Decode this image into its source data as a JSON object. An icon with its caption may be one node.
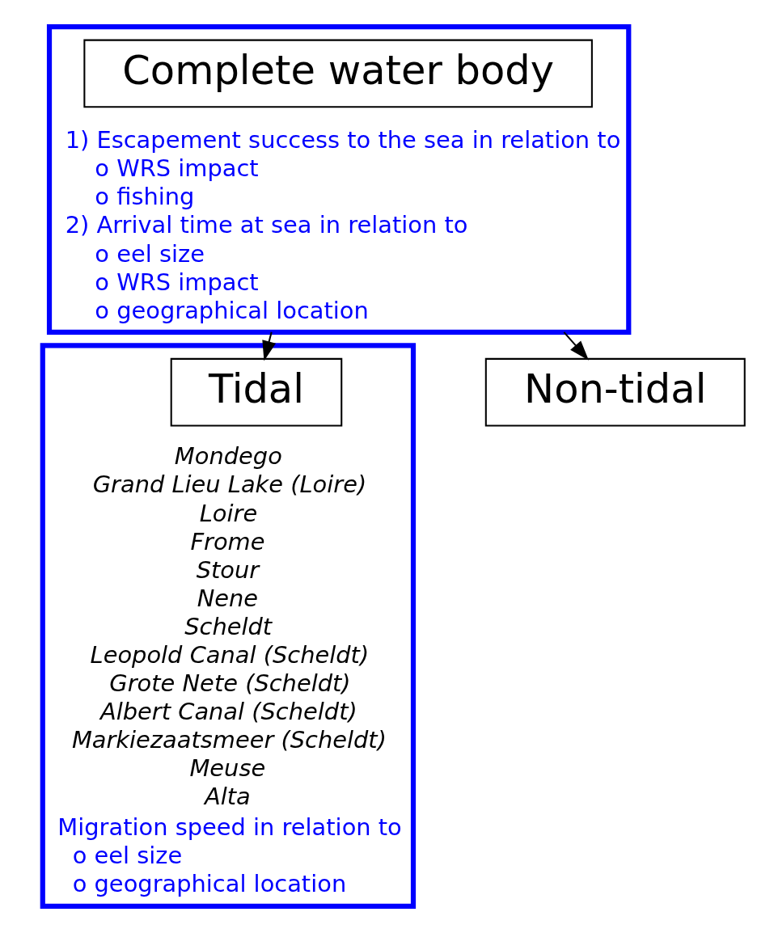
{
  "diagram": {
    "nodes": [
      {
        "text": [
          "1) Escapement success to the sea in relation to",
          "o WRS impact",
          "o fishing",
          "2) Arrival time at sea in relation to",
          "o eel size",
          "o WRS impact",
          "o geographical location"
        ]
      },
      {
        "text": [
          "Complete water body"
        ],
        "in": 0
      },
      {
        "text": [
          "Mondego",
          "Grand Lieu Lake (Loire)",
          "Loire",
          "Frome",
          "Stour",
          "Nene",
          "Scheldt",
          "Leopold Canal (Scheldt)",
          "Grote Nete (Scheldt)",
          "Albert Canal (Scheldt)",
          "Markiezaatsmeer (Scheldt)",
          "Meuse",
          "Alta",
          "Migration speed in relation to",
          "o eel size",
          "o geographical location"
        ]
      },
      {
        "text": [
          "Tidal"
        ],
        "in": 2
      },
      {
        "text": [
          "Non-tidal"
        ]
      }
    ],
    "edges": [
      {
        "from": 1,
        "to": 3,
        "arrow": "to"
      },
      {
        "from": 1,
        "to": 4,
        "arrow": "to"
      }
    ]
  }
}
